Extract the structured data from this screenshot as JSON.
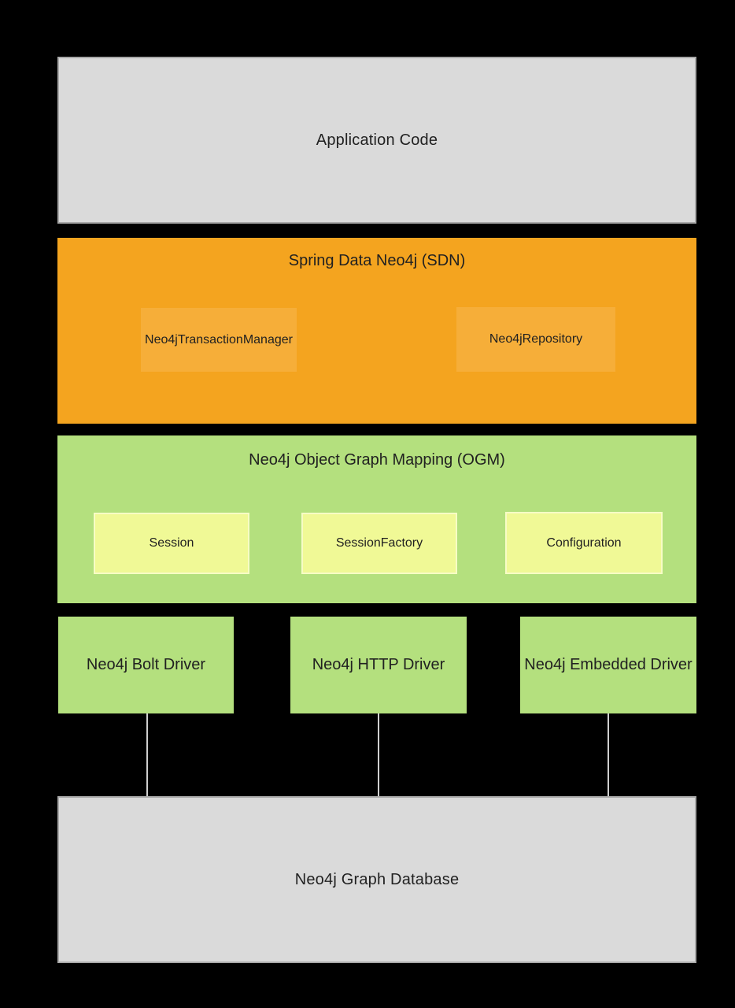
{
  "colors": {
    "background": "#000000",
    "gray_box": "#dadada",
    "gray_box_border": "#a8a8a8",
    "orange_layer": "#f4a41f",
    "orange_component": "#f6ae39",
    "green_layer": "#b4e07e",
    "yellow_component": "#f0f996",
    "connector_line": "#cfcfcf",
    "text": "#212121"
  },
  "layers": {
    "application": {
      "label": "Application Code"
    },
    "sdn": {
      "label": "Spring Data Neo4j (SDN)",
      "components": [
        {
          "label": "Neo4jTransactionManager"
        },
        {
          "label": "Neo4jRepository"
        }
      ]
    },
    "ogm": {
      "label": "Neo4j Object Graph Mapping (OGM)",
      "components": [
        {
          "label": "Session"
        },
        {
          "label": "SessionFactory"
        },
        {
          "label": "Configuration"
        }
      ]
    },
    "drivers": [
      {
        "label": "Neo4j Bolt Driver"
      },
      {
        "label": "Neo4j HTTP Driver"
      },
      {
        "label": "Neo4j Embedded Driver"
      }
    ],
    "database": {
      "label": "Neo4j Graph Database"
    }
  }
}
